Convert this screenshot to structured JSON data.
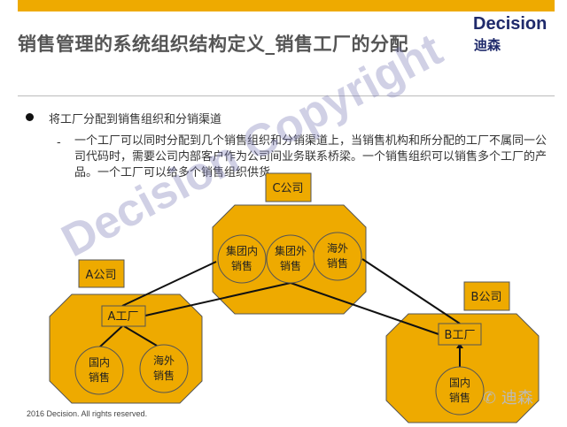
{
  "header": {
    "title": "销售管理的系统组织结构定义_销售工厂的分配",
    "logo_en": "Decision",
    "logo_cn": "迪森"
  },
  "content": {
    "bullet": "将工厂分配到销售组织和分销渠道",
    "dash": "-",
    "sub": "一个工厂可以同时分配到几个销售组织和分销渠道上，当销售机构和所分配的工厂不属同一公司代码时，需要公司内部客户作为公司间业务联系桥梁。一个销售组织可以销售多个工厂的产品。一个工厂可以给多个销售组织供货。"
  },
  "diagram": {
    "c_company": "C公司",
    "c_inner_1": "集团内",
    "c_inner_2": "销售",
    "c_outer_1": "集团外",
    "c_outer_2": "销售",
    "c_overseas_1": "海外",
    "c_overseas_2": "销售",
    "a_company": "A公司",
    "a_plant": "A工厂",
    "a_domestic_1": "国内",
    "a_domestic_2": "销售",
    "a_overseas_1": "海外",
    "a_overseas_2": "销售",
    "b_company": "B公司",
    "b_plant": "B工厂",
    "b_domestic_1": "国内",
    "b_domestic_2": "销售",
    "fill_color": "#eeaa00"
  },
  "watermark": "Decision Copyright",
  "footer": "2016 Decision. All rights reserved.",
  "wechat_label": "迪森"
}
